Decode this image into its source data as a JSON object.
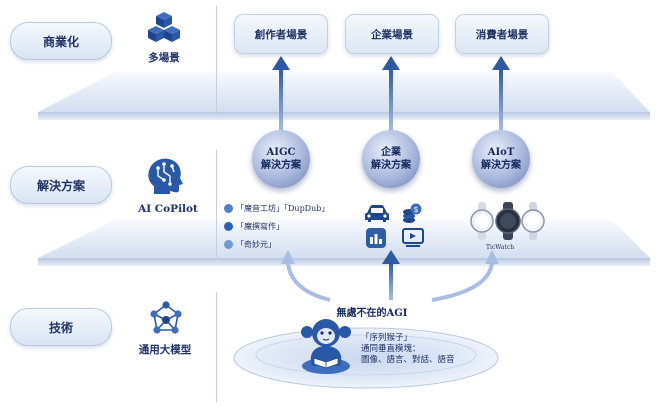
{
  "rows": {
    "commercial": "商業化",
    "solutions": "解決方案",
    "technology": "技術"
  },
  "side_captions": {
    "multi_scene": "多場景",
    "copilot": "AI CoPilot",
    "general_model": "通用大模型"
  },
  "scenes": [
    "創作者場景",
    "企業場景",
    "消費者場景"
  ],
  "solutions": [
    {
      "line1": "AIGC",
      "line2": "解決方案"
    },
    {
      "line1": "企業",
      "line2": "解決方案"
    },
    {
      "line1": "AIoT",
      "line2": "解決方案"
    }
  ],
  "aigc_products": [
    "「魔音工坊」「DupDub」",
    "「魔撰寫作」",
    "「奇妙元」"
  ],
  "ticwatch_label": "TicWatch",
  "agi_label": "無處不在的AGI",
  "monkey": {
    "title": "「序列猴子」",
    "line2": "通同垂直模塊：",
    "line3": "圖像、語言、對話、語音"
  },
  "colors": {
    "primary": "#1f3366",
    "arrow": "#3b63ad",
    "platform": "#dfe8f5"
  },
  "icons": [
    "blocks-icon",
    "head-circuit-icon",
    "network-icon",
    "car-icon",
    "coins-icon",
    "chart-icon",
    "video-icon",
    "watch-icon",
    "monkey-icon"
  ]
}
